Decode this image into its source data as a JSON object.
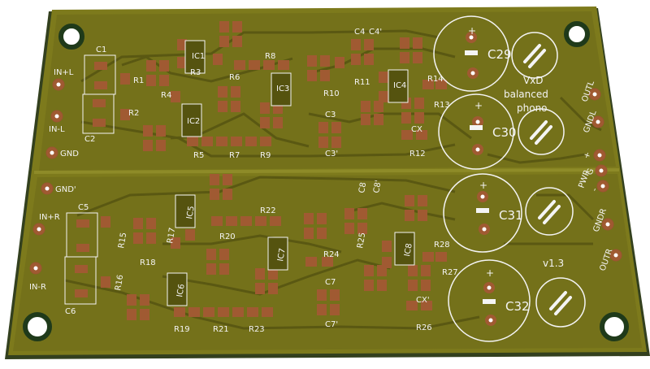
{
  "board": {
    "colors": {
      "substrate": "#7d7a1c",
      "copper_fill": "#6f6c17",
      "trace": "#55530f",
      "pad": "#a05a32",
      "silk": "#f4f4f4",
      "hole": "#ffffff",
      "edge": "#33401e"
    },
    "title_line1": "VxD",
    "title_line2": "balanced",
    "title_line3": "phono",
    "version": "v1.3"
  },
  "labels": {
    "in_l_plus": "IN+L",
    "in_l_minus": "IN-L",
    "gnd": "GND",
    "gnd_prime": "GND'",
    "in_r_plus": "IN+R",
    "in_r_minus": "IN-R",
    "outl": "OUTL",
    "gndl": "GNDL",
    "pwr": "PWR",
    "g": "G",
    "plus": "+",
    "minus": "-",
    "gndr": "GNDR",
    "outr": "OUTR"
  },
  "refs": {
    "c1": "C1",
    "c2": "C2",
    "r1": "R1",
    "r2": "R2",
    "r3": "R3",
    "r4": "R4",
    "ic1": "IC1",
    "ic2": "IC2",
    "r5": "R5",
    "r6": "R6",
    "r7": "R7",
    "r8": "R8",
    "r9": "R9",
    "ic3": "IC3",
    "c3": "C3",
    "c3p": "C3'",
    "r10": "R10",
    "r11": "R11",
    "c4": "C4",
    "c4p": "C4'",
    "ic4": "IC4",
    "r12": "R12",
    "r13": "R13",
    "r14": "R14",
    "cx": "CX",
    "c29": "C29",
    "c30": "C30",
    "c5": "C5",
    "c6": "C6",
    "r15": "R15",
    "r16": "R16",
    "r17": "R17",
    "r18": "R18",
    "ic5": "IC5",
    "ic6": "IC6",
    "r19": "R19",
    "r20": "R20",
    "r21": "R21",
    "r22": "R22",
    "r23": "R23",
    "ic7": "IC7",
    "c7": "C7",
    "c7p": "C7'",
    "r24": "R24",
    "r25": "R25",
    "c8": "C8",
    "c8p": "C8'",
    "ic8": "IC8",
    "r26": "R26",
    "r27": "R27",
    "r28": "R28",
    "cxp": "CX'",
    "c31": "C31",
    "c32": "C32"
  }
}
